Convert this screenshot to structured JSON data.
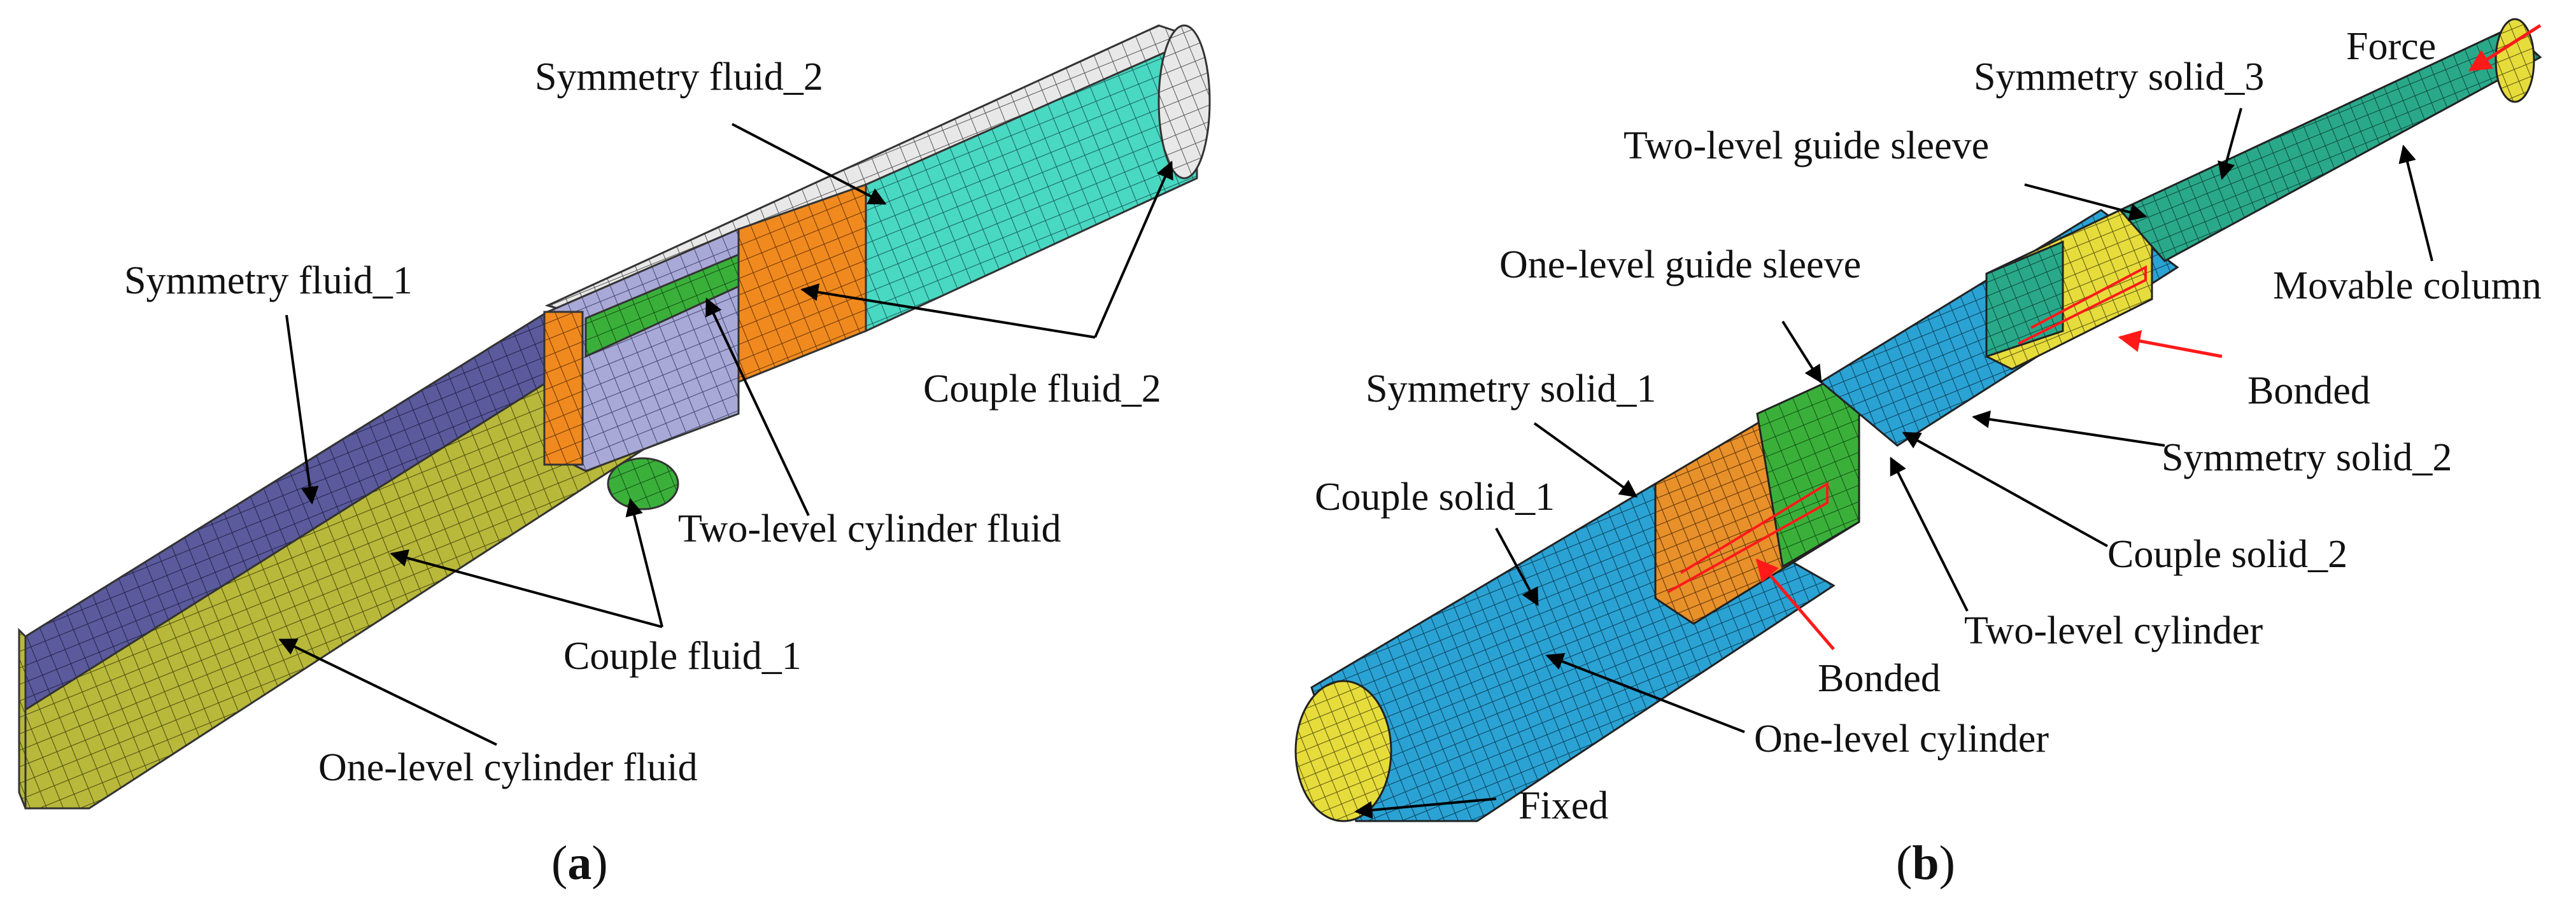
{
  "panel_a": {
    "caption_letter": "a",
    "labels": {
      "symmetry_fluid_2": "Symmetry fluid_2",
      "symmetry_fluid_1": "Symmetry fluid_1",
      "couple_fluid_2": "Couple fluid_2",
      "two_level_cylinder_fluid": "Two-level cylinder fluid",
      "couple_fluid_1": "Couple fluid_1",
      "one_level_cylinder_fluid": "One-level cylinder fluid"
    }
  },
  "panel_b": {
    "caption_letter": "b",
    "labels": {
      "force": "Force",
      "symmetry_solid_3": "Symmetry solid_3",
      "two_level_guide_sleeve": "Two-level guide sleeve",
      "one_level_guide_sleeve": "One-level guide sleeve",
      "movable_column": "Movable column",
      "bonded_upper": "Bonded",
      "symmetry_solid_1": "Symmetry solid_1",
      "symmetry_solid_2": "Symmetry solid_2",
      "couple_solid_1": "Couple solid_1",
      "couple_solid_2": "Couple solid_2",
      "two_level_cylinder": "Two-level cylinder",
      "bonded_lower": "Bonded",
      "one_level_cylinder": "One-level cylinder",
      "fixed": "Fixed"
    }
  },
  "colors": {
    "mesh_grey": "#e8e8e8",
    "fluid_olive": "#b8b83a",
    "fluid_lavender": "#a9a9d8",
    "fluid_navy": "#5a5a9c",
    "fluid_teal": "#49d8c2",
    "fluid_orange": "#f08a1e",
    "fluid_green": "#3ab03a",
    "solid_blue": "#2aa2d4",
    "solid_teal": "#2aa88a",
    "solid_orange": "#e8902a",
    "solid_yellow": "#e6dc3c",
    "arrow_black": "#000000",
    "arrow_red": "#ff1a1a"
  }
}
